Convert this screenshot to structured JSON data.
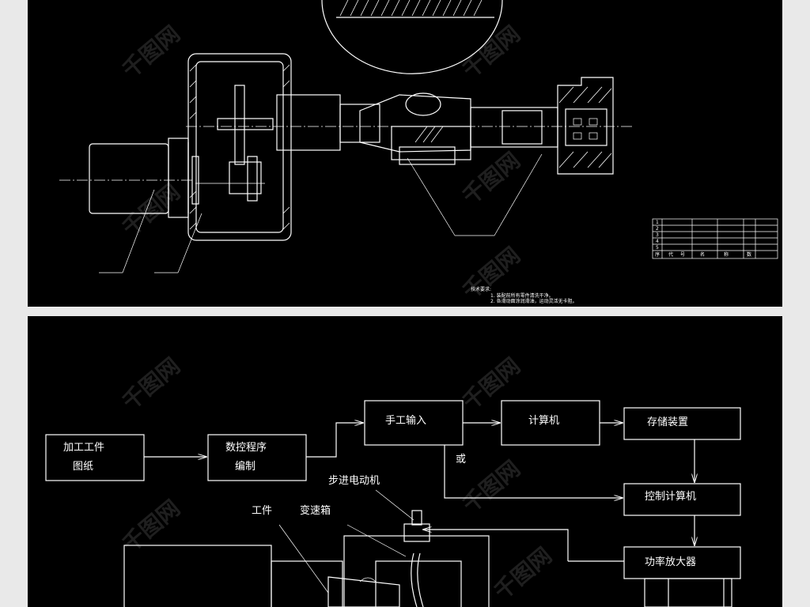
{
  "top_panel": {
    "notes_title": "技术要求:",
    "notes": [
      "1. 装配前所有零件清洗干净。",
      "2. 各滑动面涂润滑油，运动灵活无卡阻。"
    ],
    "parts_table": {
      "rows": [
        [
          "1",
          "",
          "",
          "",
          "",
          ""
        ],
        [
          "2",
          "",
          "",
          "",
          "",
          ""
        ],
        [
          "3",
          "",
          "",
          "",
          "",
          ""
        ],
        [
          "4",
          "",
          "",
          "",
          "",
          ""
        ],
        [
          "5",
          "",
          "",
          "",
          "",
          ""
        ]
      ],
      "footer": [
        "序",
        "代",
        "号",
        "名",
        "称",
        "数"
      ]
    }
  },
  "bottom_panel": {
    "boxes": {
      "workpiece_drawing": [
        "加工工件",
        "图纸"
      ],
      "nc_program": [
        "数控程序",
        "编制"
      ],
      "manual_input": "手工输入",
      "computer": "计算机",
      "storage": "存储装置",
      "control_computer": "控制计算机",
      "power_amplifier": "功率放大器"
    },
    "or_label": "或",
    "labels": {
      "stepper_motor": "步进电动机",
      "workpiece": "工件",
      "gearbox": "变速箱"
    }
  },
  "watermark": "千图网"
}
